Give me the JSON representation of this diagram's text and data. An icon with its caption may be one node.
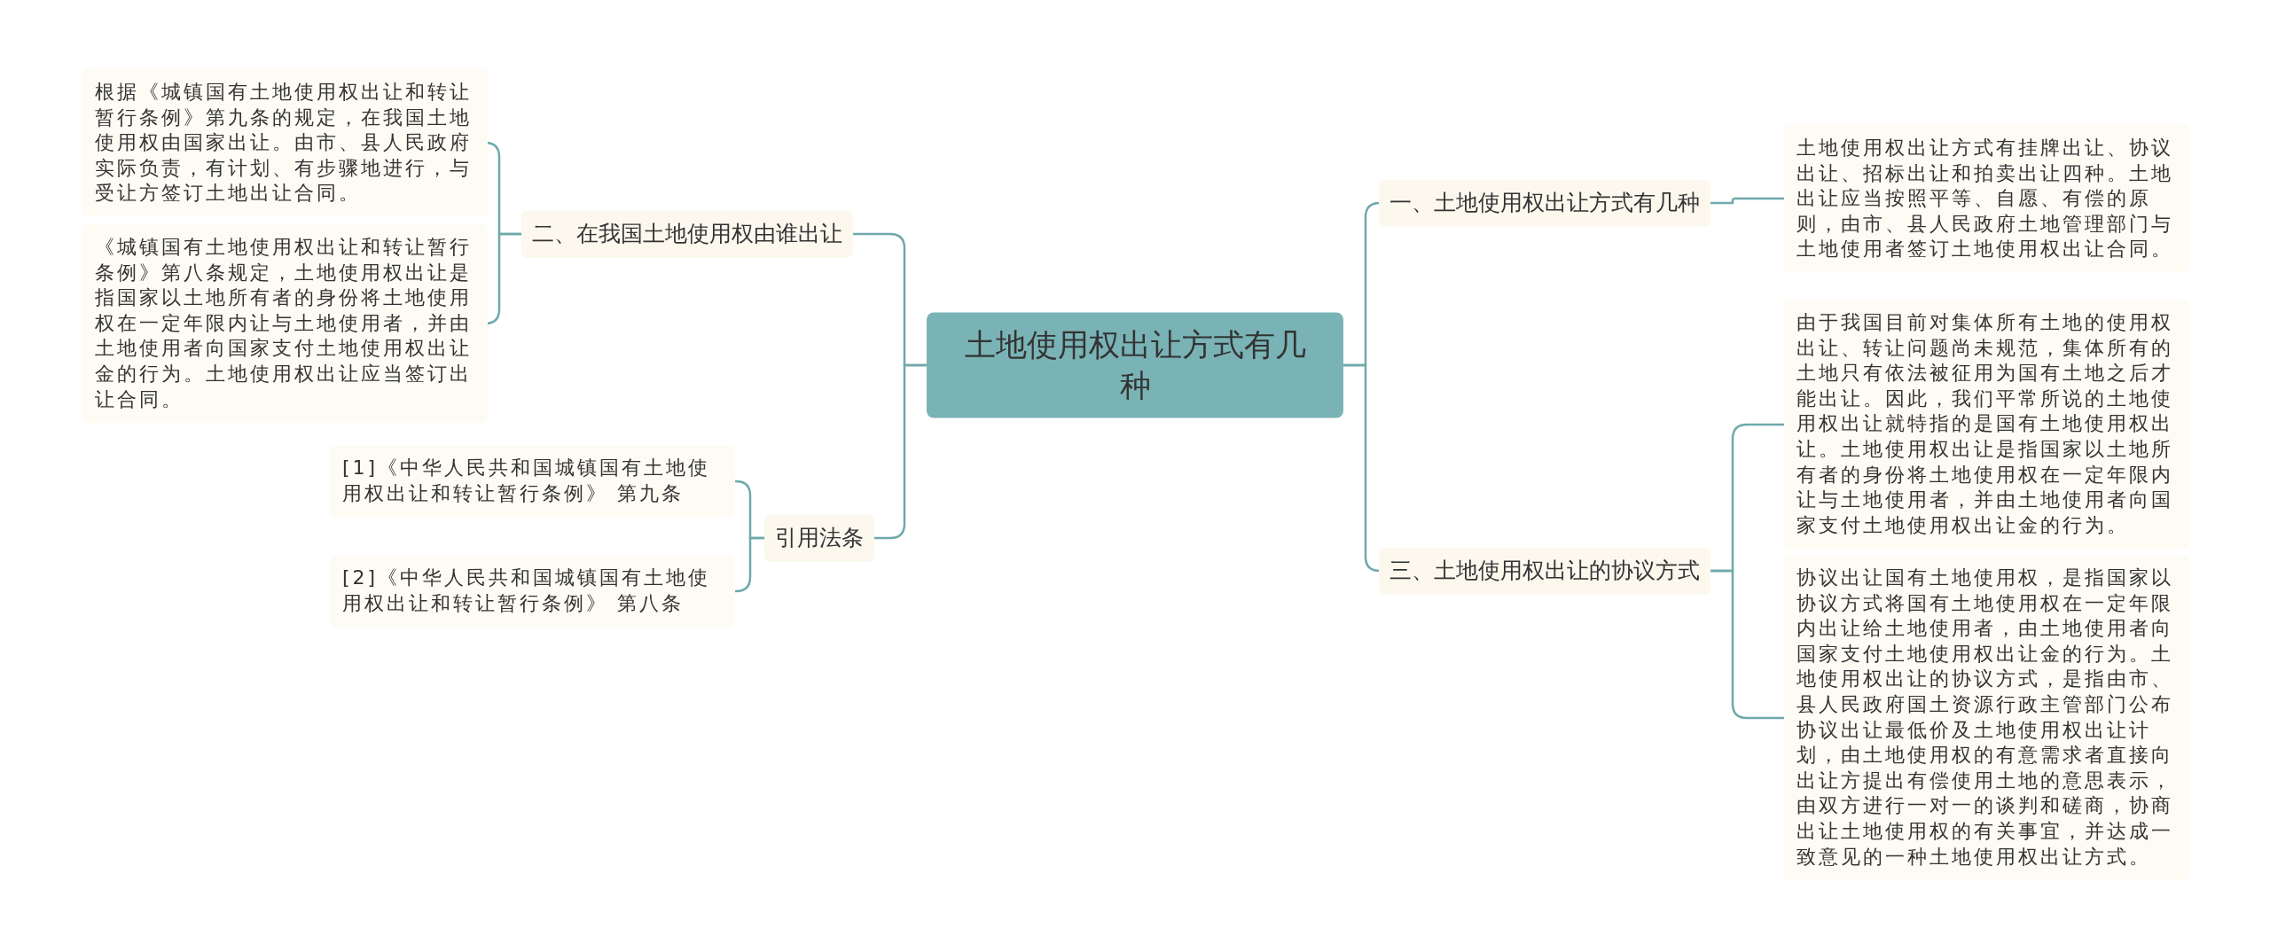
{
  "diagram": {
    "nodes": [
      {
        "text": [
          "土地使用权出让方式有几种"
        ]
      },
      {
        "text": [
          "一、土地使用权出让方式有几种"
        ]
      },
      {
        "text": [
          "土地使用权出让方式有挂牌出让、协议出让、招标出让和拍卖出让四种。土地出让应当按照平等、自愿、有偿的原则，由市、县人民政府土地管理部门与土地使用者签订土地使用权出让合同。"
        ]
      },
      {
        "text": [
          "三、土地使用权出让的协议方式"
        ]
      },
      {
        "text": [
          "由于我国目前对集体所有土地的使用权出让、转让问题尚未规范，集体所有的土地只有依法被征用为国有土地之后才能出让。因此，我们平常所说的土地使用权出让就特指的是国有土地使用权出让。土地使用权出让是指国家以土地所有者的身份将土地使用权在一定年限内让与土地使用者，并由土地使用者向国家支付土地使用权出让金的行为。"
        ]
      },
      {
        "text": [
          "协议出让国有土地使用权，是指国家以协议方式将国有土地使用权在一定年限内出让给土地使用者，由土地使用者向国家支付土地使用权出让金的行为。土地使用权出让的协议方式，是指由市、县人民政府国土资源行政主管部门公布协议出让最低价及土地使用权出让计划，由土地使用权的有意需求者直接向出让方提出有偿使用土地的意思表示，由双方进行一对一的谈判和磋商，协商出让土地使用权的有关事宜，并达成一致意见的一种土地使用权出让方式。"
        ]
      },
      {
        "text": [
          "二、在我国土地使用权由谁出让"
        ]
      },
      {
        "text": [
          "根据《城镇国有土地使用权出让和转让暂行条例》第九条的规定，在我国土地使用权由国家出让。由市、县人民政府实际负责，有计划、有步骤地进行，与受让方签订土地出让合同。"
        ]
      },
      {
        "text": [
          "《城镇国有土地使用权出让和转让暂行条例》第八条规定，土地使用权出让是指国家以土地所有者的身份将土地使用权在一定年限内让与土地使用者，并由土地使用者向国家支付土地使用权出让金的行为。土地使用权出让应当签订出让合同。"
        ]
      },
      {
        "text": [
          "引用法条"
        ]
      },
      {
        "text": [
          "[1]《中华人民共和国城镇国有土地使用权出让和转让暂行条例》 第九条"
        ]
      },
      {
        "text": [
          "[2]《中华人民共和国城镇国有土地使用权出让和转让暂行条例》 第八条"
        ]
      }
    ],
    "edges": [
      {
        "from": 0,
        "to": 1,
        "arrow": "none"
      },
      {
        "from": 1,
        "to": 2,
        "arrow": "none"
      },
      {
        "from": 0,
        "to": 3,
        "arrow": "none"
      },
      {
        "from": 3,
        "to": 4,
        "arrow": "none"
      },
      {
        "from": 3,
        "to": 5,
        "arrow": "none"
      },
      {
        "from": 0,
        "to": 6,
        "arrow": "none"
      },
      {
        "from": 6,
        "to": 7,
        "arrow": "none"
      },
      {
        "from": 6,
        "to": 8,
        "arrow": "none"
      },
      {
        "from": 0,
        "to": 9,
        "arrow": "none"
      },
      {
        "from": 9,
        "to": 10,
        "arrow": "none"
      },
      {
        "from": 9,
        "to": 11,
        "arrow": "none"
      }
    ]
  }
}
